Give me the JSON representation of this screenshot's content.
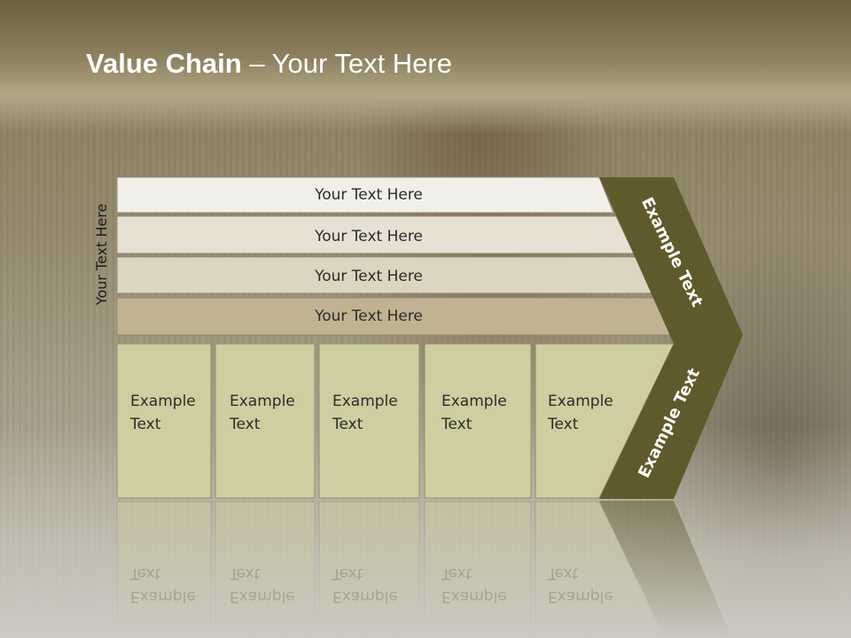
{
  "title": {
    "bold": "Value Chain",
    "rest": " – Your Text Here"
  },
  "side_label": "Your Text Here",
  "rows": [
    {
      "label": "Your Text Here"
    },
    {
      "label": "Your Text Here"
    },
    {
      "label": "Your Text Here"
    },
    {
      "label": "Your Text Here"
    }
  ],
  "cells": [
    {
      "line1": "Example",
      "line2": "Text"
    },
    {
      "line1": "Example",
      "line2": "Text"
    },
    {
      "line1": "Example",
      "line2": "Text"
    },
    {
      "line1": "Example",
      "line2": "Text"
    },
    {
      "line1": "Example",
      "line2": "Text"
    }
  ],
  "chevron": {
    "upper": "Example Text",
    "lower": "Example Text"
  },
  "colors": {
    "row_fills": [
      "#f1efe9",
      "#e6e1d2",
      "#dcd5bf",
      "#c1b391"
    ],
    "cell_fill": "#cfcea0",
    "chevron_fill": "#5e5a2c"
  }
}
